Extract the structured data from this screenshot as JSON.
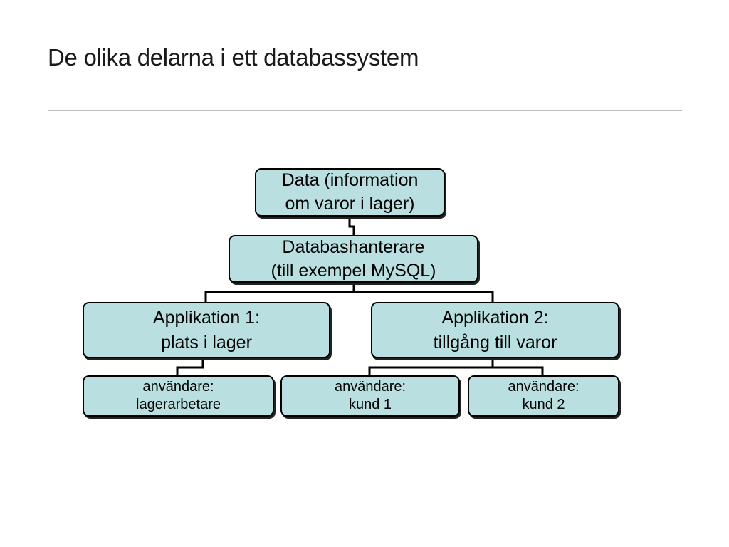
{
  "slide": {
    "title": "De olika delarna i ett databassystem"
  },
  "diagram": {
    "data_node": {
      "line1": "Data (information",
      "line2": "om varor i lager)"
    },
    "dbms_node": {
      "line1": "Databashanterare",
      "line2": "(till exempel MySQL)"
    },
    "app1_node": {
      "line1": "Applikation 1:",
      "line2": "plats i lager"
    },
    "app2_node": {
      "line1": "Applikation 2:",
      "line2": "tillgång till varor"
    },
    "user1_node": {
      "line1": "användare:",
      "line2": "lagerarbetare"
    },
    "user2_node": {
      "line1": "användare:",
      "line2": "kund 1"
    },
    "user3_node": {
      "line1": "användare:",
      "line2": "kund 2"
    },
    "colors": {
      "box_fill": "#b9dfe1",
      "box_border": "#000000",
      "connector": "#000000"
    }
  }
}
